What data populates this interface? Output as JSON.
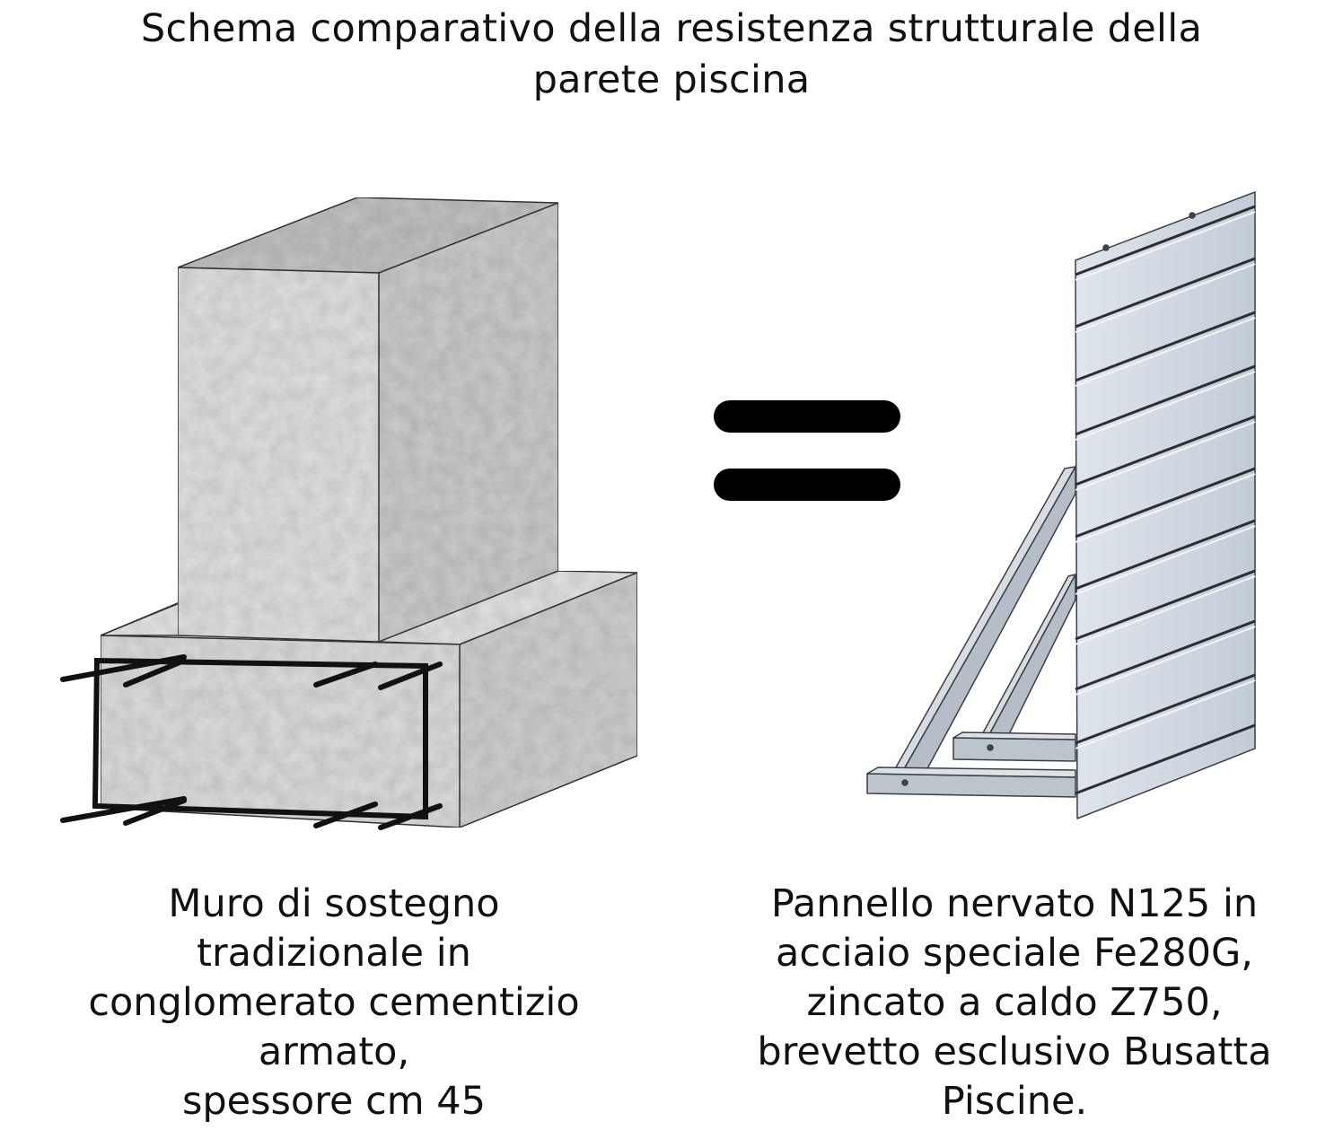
{
  "title": {
    "line1": "Schema comparativo della resistenza strutturale della",
    "line2": "parete piscina"
  },
  "left_caption": {
    "line1": "Muro di sostegno",
    "line2": "tradizionale in",
    "line3": "conglomerato cementizio",
    "line4": "armato,",
    "line5": "spessore cm 45"
  },
  "right_caption": {
    "line1": "Pannello nervato N125 in",
    "line2": "acciaio speciale Fe280G,",
    "line3": "zincato a caldo Z750,",
    "line4": "brevetto esclusivo Busatta",
    "line5": "Piscine."
  },
  "colors": {
    "concrete": "#d9d9d9",
    "concrete_dark": "#bdbdbd",
    "rebar": "#111111",
    "panel": "#cfd6de",
    "brace": "#b8c0c8"
  }
}
